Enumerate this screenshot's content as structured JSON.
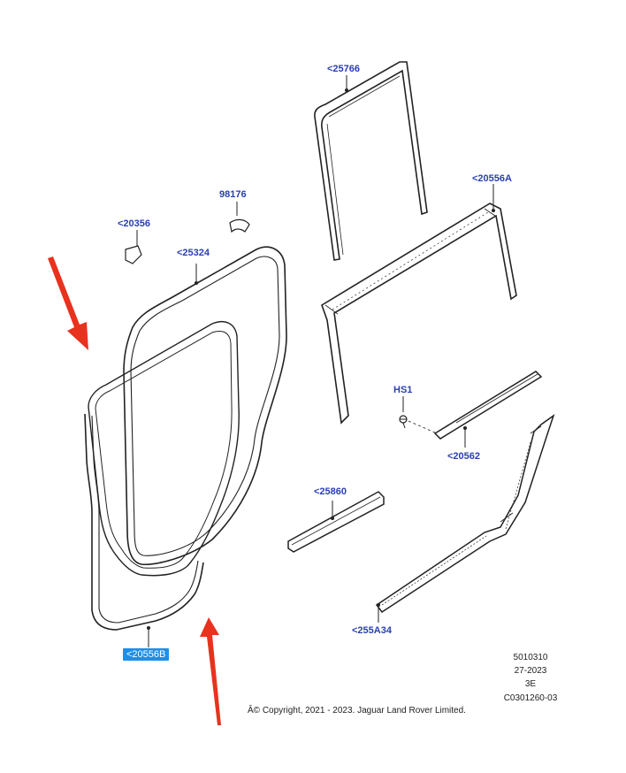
{
  "callouts": {
    "p25766": "<25766",
    "p20556A": "<20556A",
    "p98176": "98176",
    "p20356": "<20356",
    "p25324": "<25324",
    "pHS1": "HS1",
    "p20562": "<20562",
    "p25860": "<25860",
    "p255A34": "<255A34",
    "p20556B": "<20556B"
  },
  "info": {
    "line1": "5010310",
    "line2": "27-2023",
    "line3": "3E",
    "line4": "C0301260-03"
  },
  "copyright": "Â© Copyright, 2021 - 2023. Jaguar Land Rover Limited.",
  "colors": {
    "callout": "#2a3fb0",
    "selected_bg": "#1e8fe8",
    "arrow": "#e8321e"
  }
}
